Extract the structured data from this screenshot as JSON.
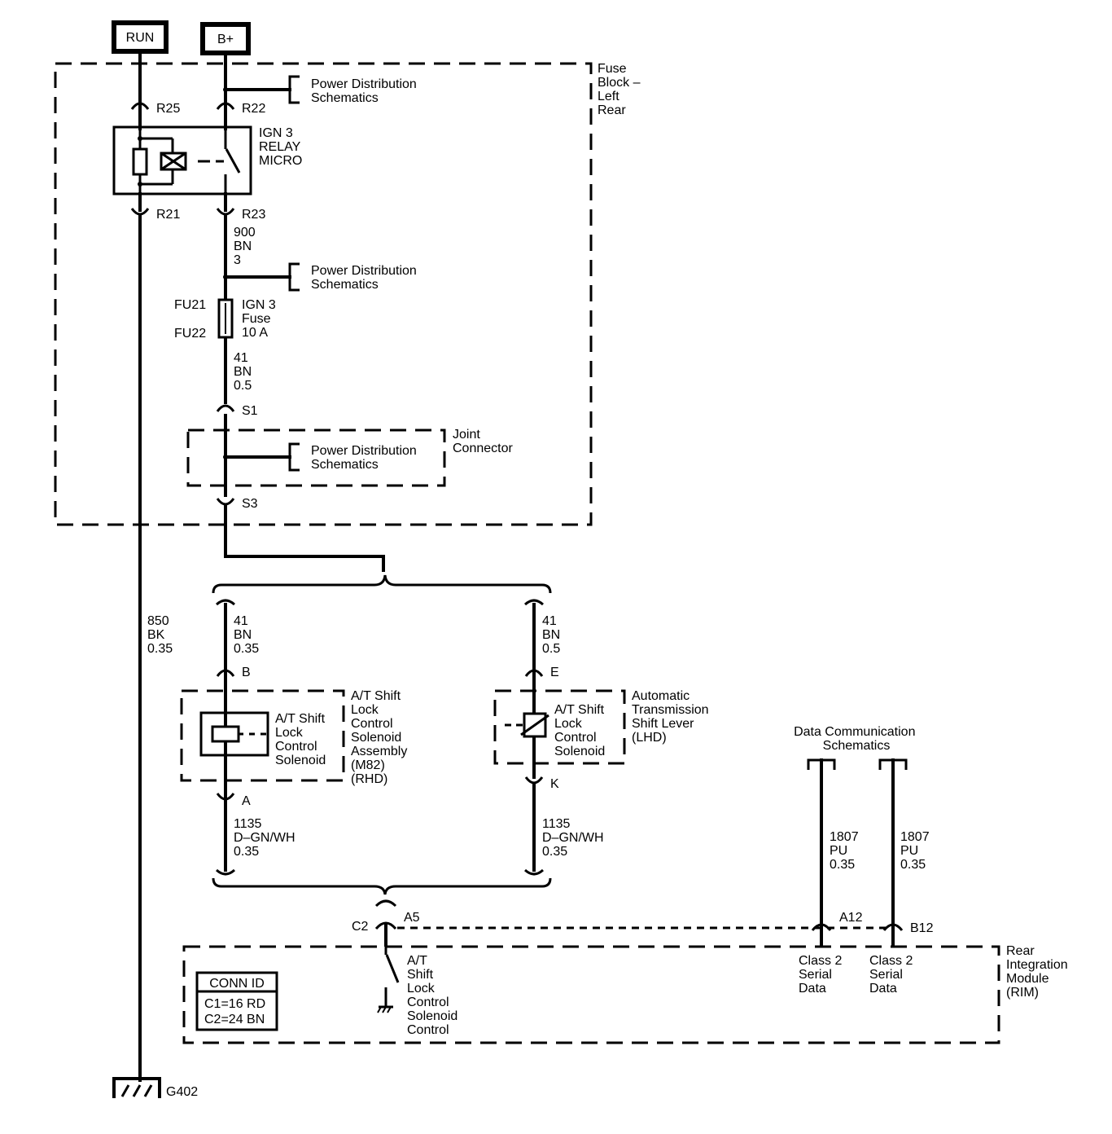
{
  "power_sources": {
    "run": "RUN",
    "bplus": "B+"
  },
  "fuse_block": {
    "title": [
      "Fuse",
      "Block –",
      "Left",
      "Rear"
    ],
    "terminals": {
      "r25": "R25",
      "r22": "R22",
      "r21": "R21",
      "r23": "R23",
      "s1": "S1",
      "s3": "S3"
    },
    "relay": [
      "IGN 3",
      "RELAY",
      "MICRO"
    ],
    "wire_900": [
      "900",
      "BN",
      "3"
    ],
    "fuse_ids": [
      "FU21",
      "FU22"
    ],
    "fuse": [
      "IGN 3",
      "Fuse",
      "10 A"
    ],
    "wire_41": [
      "41",
      "BN",
      "0.5"
    ]
  },
  "power_distribution_ref": [
    "Power Distribution",
    "Schematics"
  ],
  "joint_connector": [
    "Joint",
    "Connector"
  ],
  "ground_wire": [
    "850",
    "BK",
    "0.35"
  ],
  "ground_id": "G402",
  "rhd_branch": {
    "wire_in": [
      "41",
      "BN",
      "0.35"
    ],
    "pin_in": "B",
    "component_inner": [
      "A/T Shift",
      "Lock",
      "Control",
      "Solenoid"
    ],
    "component_outer": [
      "A/T Shift",
      "Lock",
      "Control",
      "Solenoid",
      "Assembly",
      "(M82)",
      "(RHD)"
    ],
    "pin_out": "A",
    "wire_out": [
      "1135",
      "D–GN/WH",
      "0.35"
    ]
  },
  "lhd_branch": {
    "wire_in": [
      "41",
      "BN",
      "0.5"
    ],
    "pin_in": "E",
    "component_inner": [
      "A/T Shift",
      "Lock",
      "Control",
      "Solenoid"
    ],
    "component_outer": [
      "Automatic",
      "Transmission",
      "Shift Lever",
      "(LHD)"
    ],
    "pin_out": "K",
    "wire_out": [
      "1135",
      "D–GN/WH",
      "0.35"
    ]
  },
  "data_comm_ref": [
    "Data Communication",
    "Schematics"
  ],
  "serial_wires": [
    [
      "1807",
      "PU",
      "0.35"
    ],
    [
      "1807",
      "PU",
      "0.35"
    ]
  ],
  "rim": {
    "title": [
      "Rear",
      "Integration",
      "Module",
      "(RIM)"
    ],
    "connector": "C2",
    "pins": {
      "a5": "A5",
      "a12": "A12",
      "b12": "B12"
    },
    "control": [
      "A/T",
      "Shift",
      "Lock",
      "Control",
      "Solenoid",
      "Control"
    ],
    "class2_a": [
      "Class 2",
      "Serial",
      "Data"
    ],
    "class2_b": [
      "Class 2",
      "Serial",
      "Data"
    ]
  },
  "conn_id": {
    "title": "CONN ID",
    "lines": [
      "C1=16 RD",
      "C2=24 BN"
    ]
  }
}
